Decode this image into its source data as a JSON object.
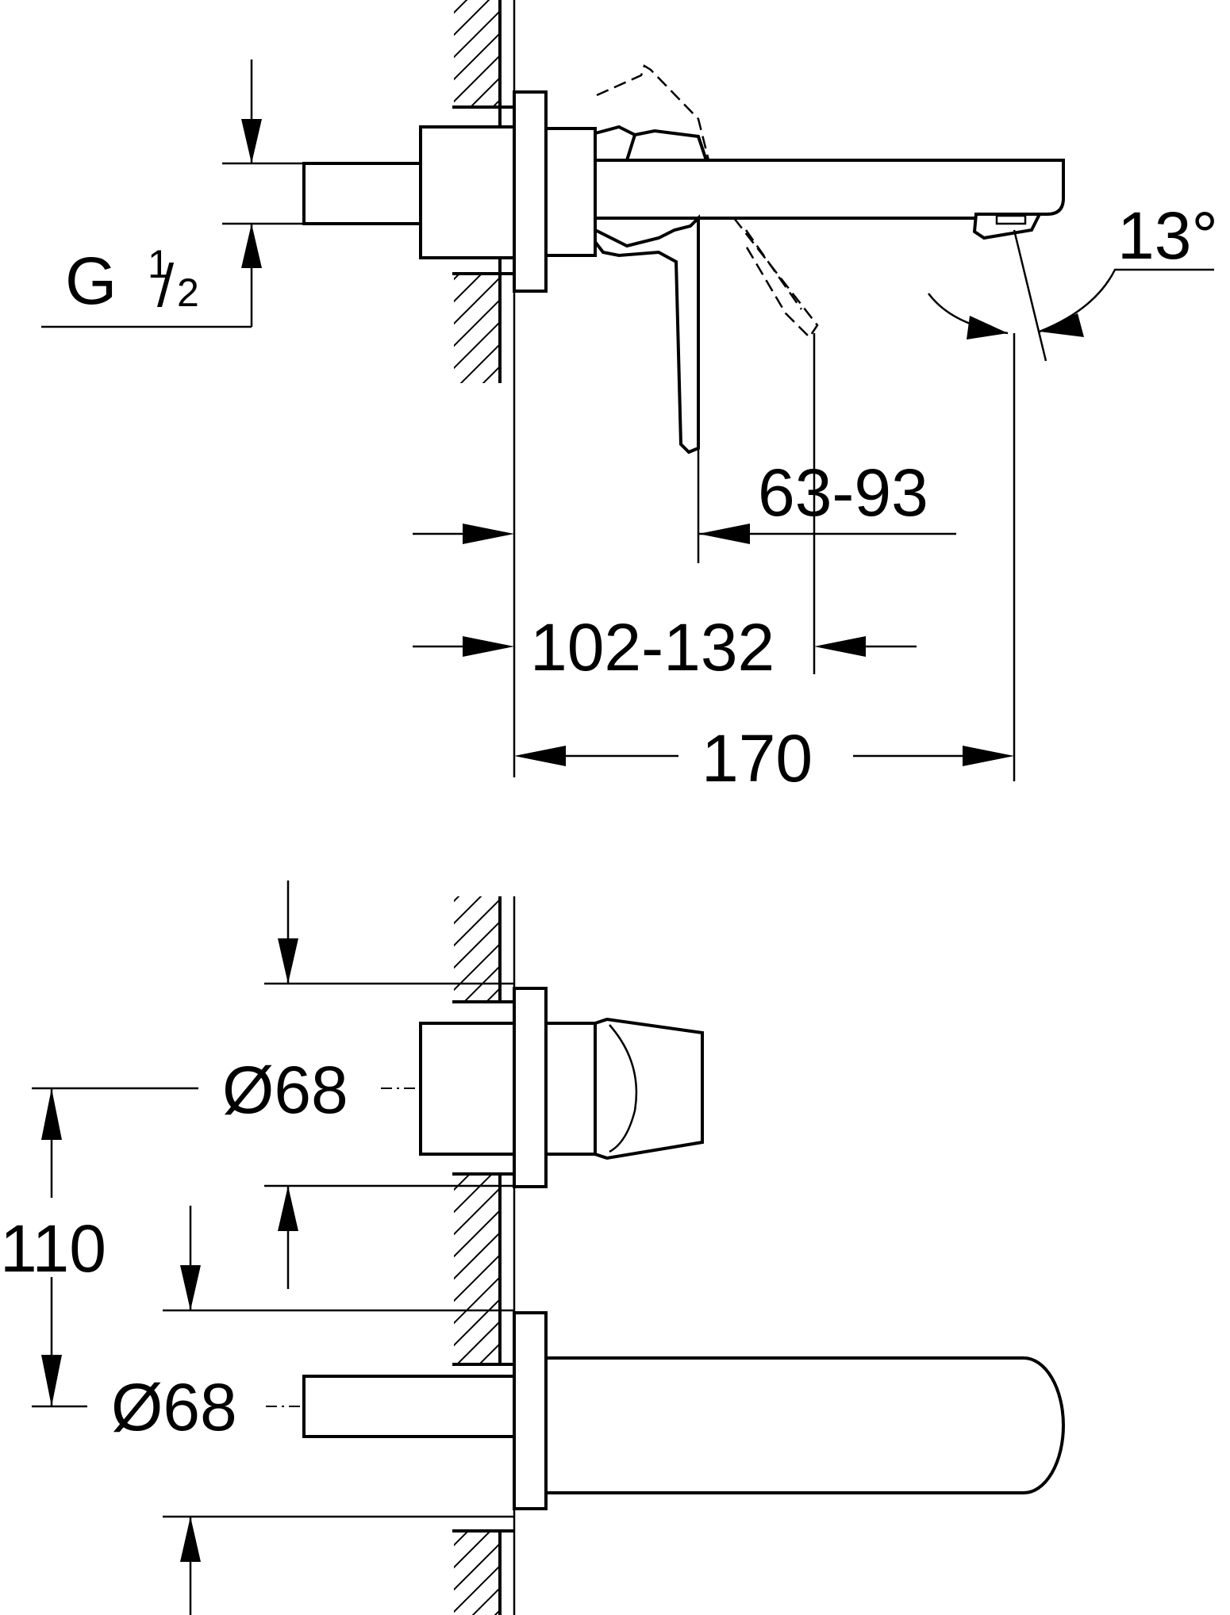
{
  "labels": {
    "thread": "G",
    "thread_num": "1",
    "thread_den": "2",
    "angle": "13°",
    "projection_range": "63-93",
    "wall_range": "102-132",
    "total_projection": "170",
    "diameter_top": "Ø68",
    "center_distance": "110",
    "diameter_bottom": "Ø68"
  }
}
